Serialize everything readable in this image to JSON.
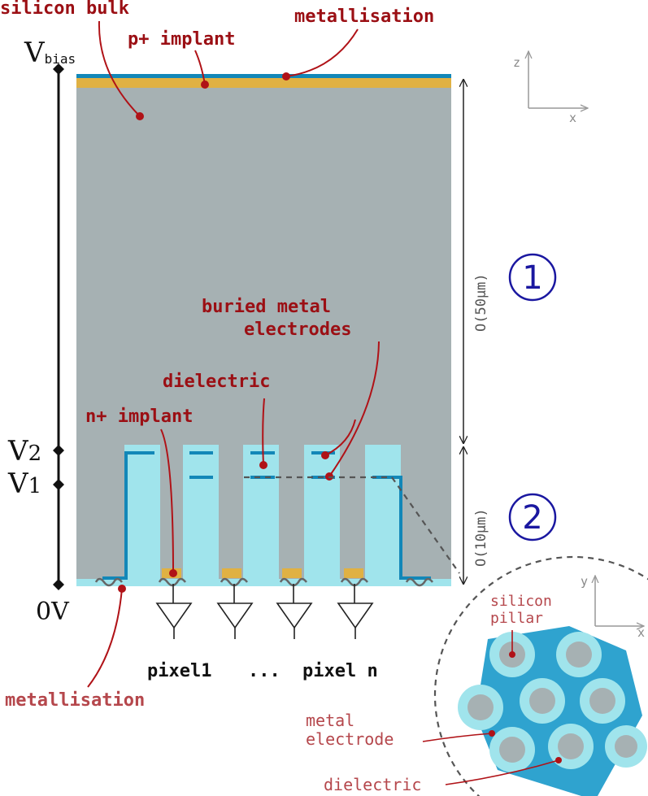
{
  "labels": {
    "silicon_bulk": "silicon bulk",
    "p_implant": "p+ implant",
    "metallisation_top": "metallisation",
    "buried_metal_line1": "buried metal",
    "buried_metal_line2": "electrodes",
    "dielectric": "dielectric",
    "n_implant": "n+ implant",
    "metallisation_bottom": "metallisation",
    "pixel_first": "pixel1",
    "pixel_ellipsis": "...",
    "pixel_last": "pixel n",
    "inset_pillar_line1": "silicon",
    "inset_pillar_line2": "pillar",
    "inset_metal_line1": "metal",
    "inset_metal_line2": "electrode",
    "inset_dielectric": "dielectric"
  },
  "voltages": {
    "vbias_main": "V",
    "vbias_sub": "bias",
    "v2_main": "V",
    "v2_sub": "2",
    "v1_main": "V",
    "v1_sub": "1",
    "zero": "0V"
  },
  "dimensions": {
    "upper": "O(50µm)",
    "lower": "O(10µm)"
  },
  "regions": {
    "one": "1",
    "two": "2"
  },
  "axes": {
    "main_vertical": "z",
    "main_horizontal": "x",
    "inset_vertical": "y",
    "inset_horizontal": "x"
  },
  "colors": {
    "silicon": "#a6b1b3",
    "implant": "#e0b143",
    "metal": "#1287b8",
    "dielectric": "#a0e4ec",
    "inset_metal": "#2fa3cf",
    "label_red": "#9b0f14",
    "region_blue": "#1a17a0"
  }
}
